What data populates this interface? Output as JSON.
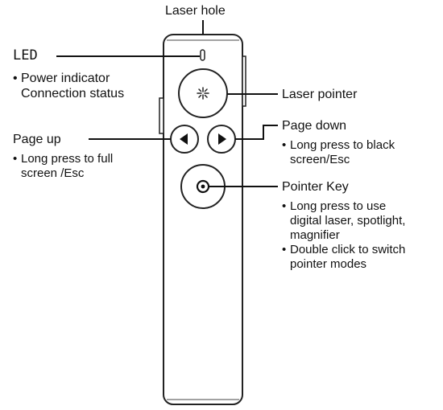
{
  "callouts": {
    "laser_hole": {
      "title": "Laser hole"
    },
    "led": {
      "title": "LED",
      "notes": [
        "Power indicator",
        "Connection status"
      ],
      "bullet": "•"
    },
    "laser_pointer": {
      "title": "Laser pointer"
    },
    "page_up": {
      "title": "Page up",
      "notes": [
        "Long press to full",
        "screen /Esc"
      ],
      "bullet": "•"
    },
    "page_down": {
      "title": "Page down",
      "notes": [
        "Long press to black",
        "screen/Esc"
      ],
      "bullet": "•"
    },
    "pointer_key": {
      "title": "Pointer Key",
      "notes": [
        "Long press to use",
        "digital laser, spotlight,",
        "magnifier",
        "Double click to switch",
        "pointer modes"
      ],
      "bullet": "•"
    }
  },
  "icons": {
    "laser": "laser-sparkle-icon",
    "left": "triangle-left-icon",
    "right": "triangle-right-icon",
    "pointer": "target-dot-icon"
  }
}
